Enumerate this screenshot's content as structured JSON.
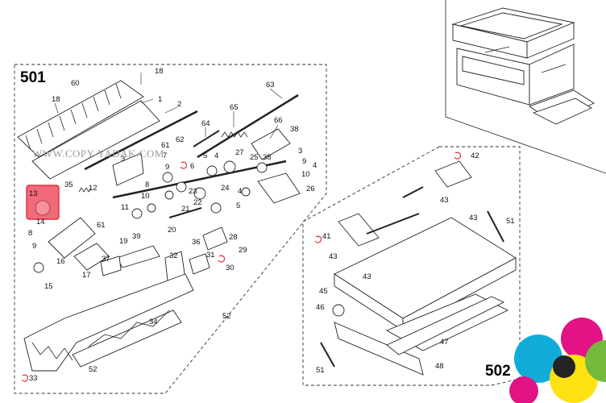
{
  "diagram": {
    "groups": {
      "g501": "501",
      "g502": "502"
    },
    "watermark": "WWW.COPY-YADAK.COM",
    "callouts": {
      "c1": "1",
      "c2": "2",
      "c3": "3",
      "c4a": "4",
      "c4b": "4",
      "c5a": "5",
      "c5b": "5",
      "c6": "6",
      "c7": "7",
      "c8": "8",
      "c9": "9",
      "c10a": "10",
      "c10b": "10",
      "c11": "11",
      "c12": "12",
      "c13": "13",
      "c14": "14",
      "c15": "15",
      "c16": "16",
      "c17": "17",
      "c18": "18",
      "c19": "19",
      "c20": "20",
      "c21": "21",
      "c22": "22",
      "c23": "23",
      "c24": "24",
      "c25": "25",
      "c26": "26",
      "c27": "27",
      "c28": "28",
      "c29": "29",
      "c30": "30",
      "c31": "31",
      "c32": "32",
      "c33": "33",
      "c34": "34",
      "c35": "35",
      "c36": "36",
      "c37": "37",
      "c38a": "38",
      "c38b": "38",
      "c39": "39",
      "c41": "41",
      "c42": "42",
      "c43a": "43",
      "c43b": "43",
      "c43c": "43",
      "c43d": "43",
      "c45": "45",
      "c46": "46",
      "c47": "47",
      "c48": "48",
      "c51a": "51",
      "c51b": "51",
      "c52a": "52",
      "c52b": "52",
      "c60": "60",
      "c61a": "61",
      "c61b": "61",
      "c62": "62",
      "c63": "63",
      "c64": "64",
      "c65": "65",
      "c66": "66"
    }
  },
  "colors": {
    "highlight_fill": "#f06a7a",
    "highlight_border": "#e0303a",
    "rotate_marker": "#e03030",
    "corner_cyan": "#00a6d6",
    "corner_magenta": "#e0007a",
    "corner_yellow": "#ffe000",
    "corner_green": "#69b42b"
  }
}
